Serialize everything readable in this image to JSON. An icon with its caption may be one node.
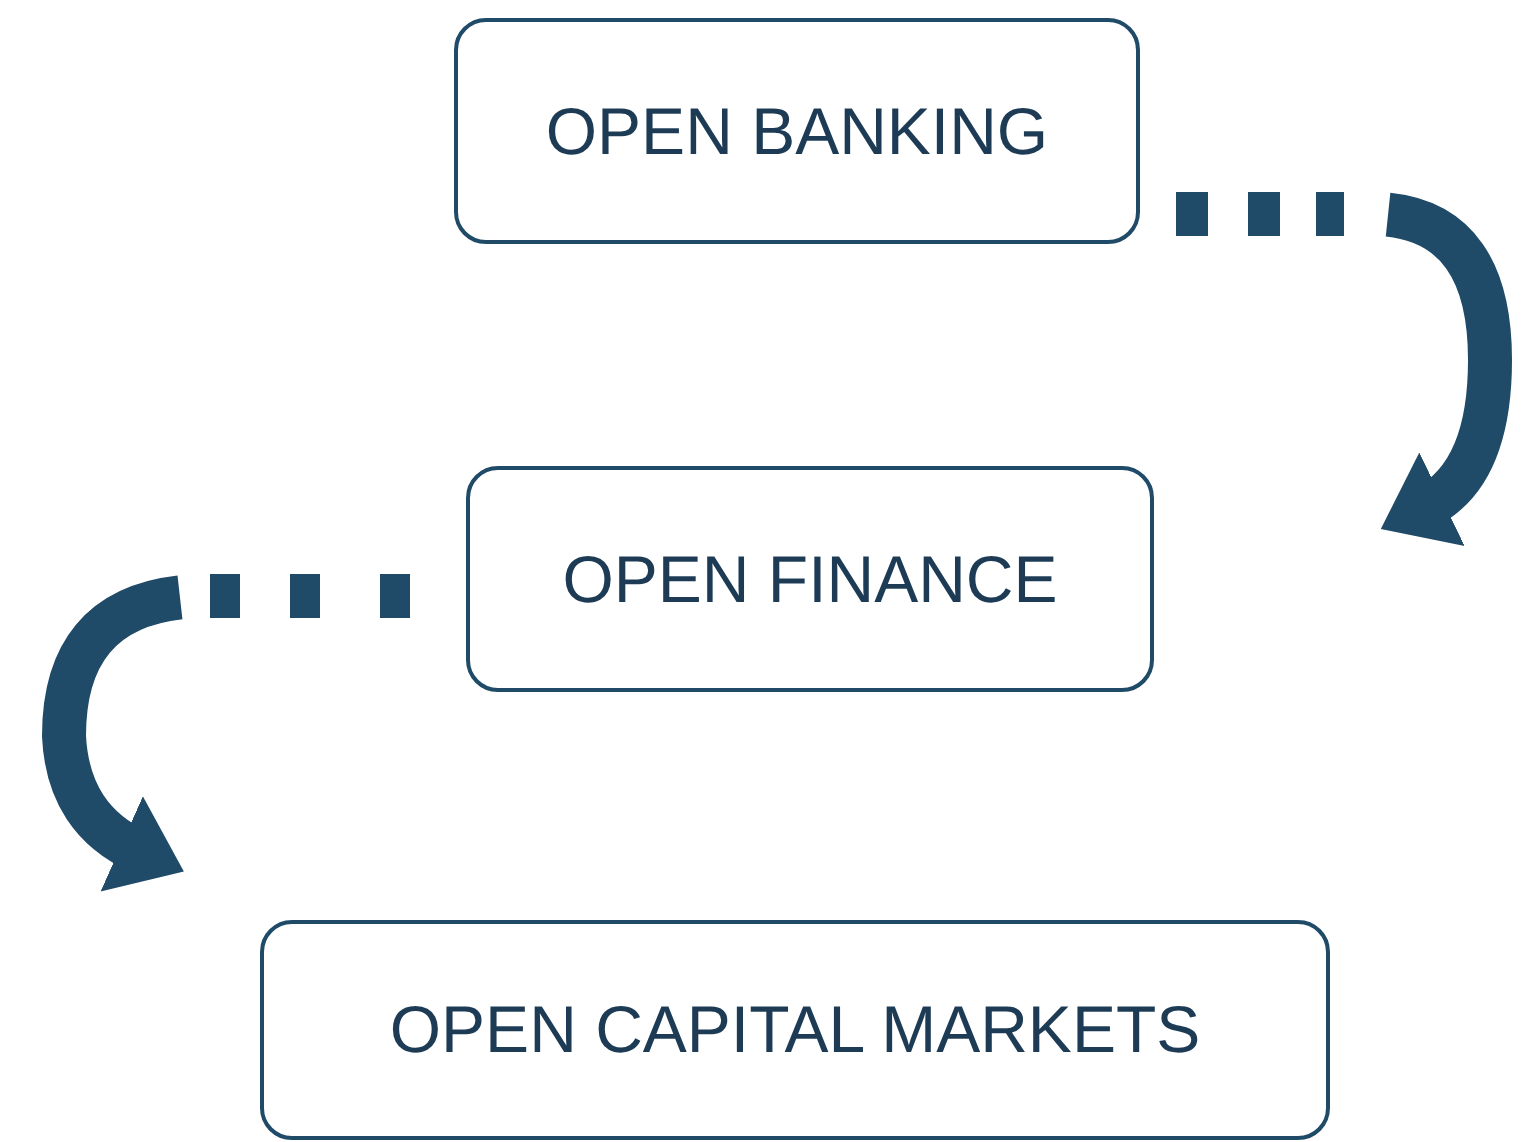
{
  "diagram": {
    "nodes": [
      {
        "text": [
          "OPEN BANKING"
        ]
      },
      {
        "text": [
          "OPEN FINANCE"
        ]
      },
      {
        "text": [
          "OPEN CAPITAL MARKETS"
        ]
      }
    ],
    "edges": [
      {
        "from": 0,
        "to": 1,
        "arrow": "to",
        "style": "dashed"
      },
      {
        "from": 1,
        "to": 2,
        "arrow": "to",
        "style": "dashed"
      }
    ]
  }
}
